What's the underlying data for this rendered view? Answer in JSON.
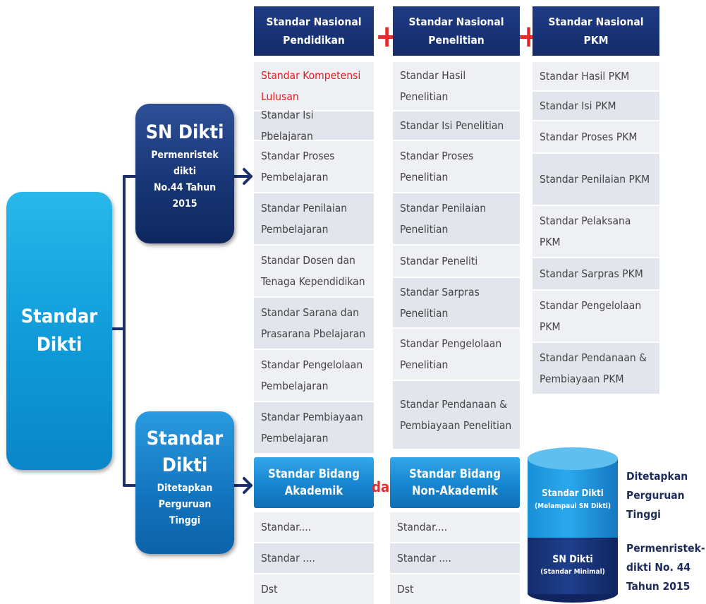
{
  "root": {
    "label": "Standar Dikti"
  },
  "sn_dikti": {
    "title": "SN Dikti",
    "subtitle": [
      "Permenristek",
      "dikti",
      "No.44 Tahun",
      "2015"
    ]
  },
  "pt_standar": {
    "title": [
      "Standar",
      "Dikti"
    ],
    "subtitle": [
      "Ditetapkan",
      "Perguruan",
      "Tinggi"
    ]
  },
  "plus_symbol": "+",
  "columns": [
    {
      "header": [
        "Standar Nasional",
        "Pendidikan"
      ],
      "items": [
        "Standar Kompetensi Lulusan",
        "Standar Isi Pbelajaran",
        "Standar Proses Pembelajaran",
        "Standar Penilaian Pembelajaran",
        "Standar Dosen dan Tenaga Kependidikan",
        "Standar Sarana dan Prasarana  Pbelajaran",
        "Standar Pengelolaan Pembelajaran",
        "Standar Pembiayaan Pembelajaran"
      ],
      "highlight_index": 0,
      "highlight_color": "#e21d1d"
    },
    {
      "header": [
        "Standar Nasional",
        "Penelitian"
      ],
      "items": [
        "Standar Hasil Penelitian",
        "Standar Isi Penelitian",
        "Standar Proses Penelitian",
        "Standar Penilaian Penelitian",
        "Standar Peneliti",
        "Standar Sarpras Penelitian",
        "Standar Pengelolaan Penelitian",
        "Standar Pendanaan & Pembiayaan Penelitian"
      ]
    },
    {
      "header": [
        "Standar Nasional",
        "PKM"
      ],
      "items": [
        "Standar Hasil PKM",
        "Standar Isi PKM",
        "Standar Proses PKM",
        "Standar Penilaian PKM",
        "Standar Pelaksana PKM",
        "Standar Sarpras PKM",
        "Standar Pengelolaan PKM",
        "Standar Pendanaan & Pembiayaan PKM"
      ]
    }
  ],
  "bidang": {
    "akademik": {
      "label": [
        "Standar Bidang",
        "Akademik"
      ],
      "items": [
        "Standar....",
        "Standar ....",
        "Dst"
      ]
    },
    "connector": "dan",
    "non_akademik": {
      "label": [
        "Standar Bidang",
        "Non-Akademik"
      ],
      "items": [
        "Standar....",
        "Standar ....",
        "Dst"
      ]
    }
  },
  "cylinder": {
    "upper": {
      "title": "Standar Dikti",
      "note": "(Melampaui SN Dikti)"
    },
    "lower": {
      "title": "SN Dikti",
      "note": "(Standar Minimal)"
    }
  },
  "side_notes": {
    "upper": [
      "Ditetapkan",
      "Perguruan",
      "Tinggi"
    ],
    "lower": [
      "Permenristek-",
      "dikti No. 44",
      "Tahun 2015"
    ]
  },
  "colors": {
    "header_navy": "#1f3b85",
    "root_blue": "#1aa6e3",
    "sn_navy": "#173473",
    "pt_blue": "#1273bd",
    "accent_red": "#e8282b",
    "connector": "#1b2f6b"
  }
}
